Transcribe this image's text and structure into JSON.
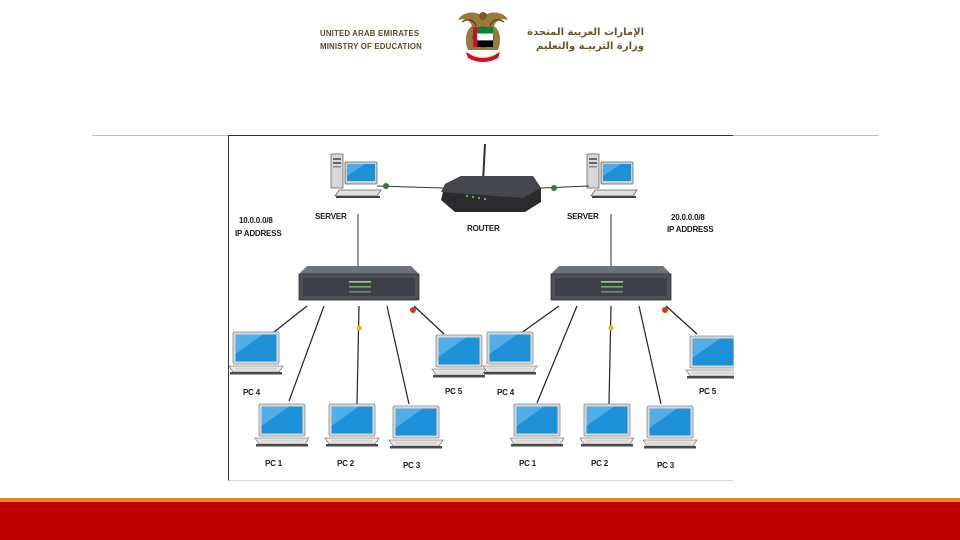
{
  "header": {
    "country_en": "UNITED ARAB EMIRATES",
    "ministry_en": "MINISTRY OF EDUCATION",
    "country_ar": "الإمارات العربية المتحدة",
    "ministry_ar": "وزارة التربيـة والتعليم"
  },
  "diagram": {
    "router_label": "ROUTER",
    "left_network": {
      "server_label": "SERVER",
      "network_address": "10.0.0.0/8",
      "address_caption": "IP ADDRESS",
      "pcs": [
        "PC 1",
        "PC 2",
        "PC 3",
        "PC 4",
        "PC 5"
      ]
    },
    "right_network": {
      "server_label": "SERVER",
      "network_address": "20.0.0.0/8",
      "address_caption": "IP ADDRESS",
      "pcs": [
        "PC 1",
        "PC 2",
        "PC 3",
        "PC 4",
        "PC 5"
      ]
    }
  },
  "colors": {
    "footer_red": "#c00000",
    "footer_orange": "#e08a2a",
    "screen_blue": "#1e90d8",
    "switch_gray": "#5c5f66",
    "link_green": "#2e7d32",
    "link_orange": "#f0b030",
    "link_red": "#d83a1a"
  }
}
